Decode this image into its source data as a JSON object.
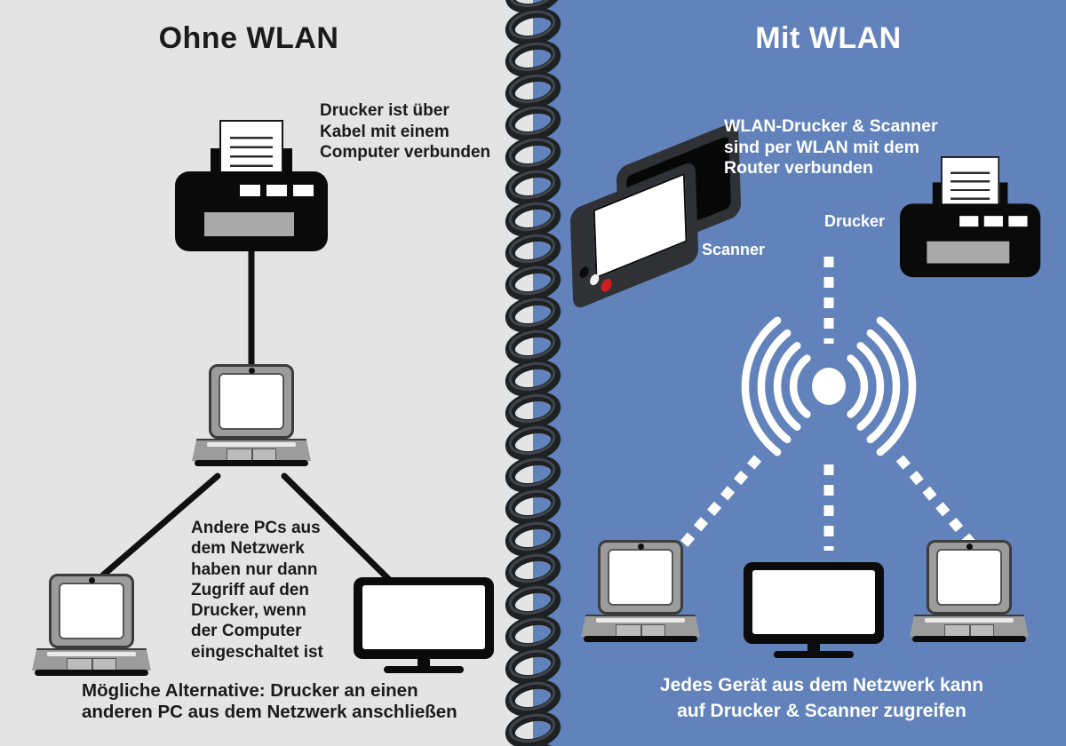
{
  "infographic": {
    "left": {
      "title": "Ohne WLAN",
      "printer_caption": "Drucker ist über\nKabel mit einem\nComputer verbunden",
      "network_note": "Andere PCs aus\ndem Netzwerk\nhaben nur dann\nZugriff auf den\nDrucker, wenn\nder Computer\neingeschaltet ist",
      "footer": "Mögliche Alternative: Drucker an einen\nanderen PC aus dem Netzwerk anschließen",
      "bg_color": "#e4e4e4",
      "text_color": "#1b1b1b",
      "cable_color": "#101010"
    },
    "right": {
      "title": "Mit WLAN",
      "caption": "WLAN-Drucker & Scanner\nsind per WLAN mit dem\nRouter verbunden",
      "scanner_label": "Scanner",
      "printer_label": "Drucker",
      "footer": "Jedes Gerät aus dem Netzwerk kann\nauf Drucker & Scanner zugreifen",
      "bg_color": "#6182ba",
      "text_color": "#ffffff",
      "wireless_color": "#ffffff"
    },
    "divider": {
      "style": "spiral-binding",
      "coil_color": "#1e2124",
      "coil_highlight": "#5c666d"
    },
    "icons": {
      "left": [
        "printer-icon",
        "laptop-icon",
        "laptop-icon",
        "monitor-icon"
      ],
      "right": [
        "scanner-icon",
        "printer-icon",
        "wifi-signal-icon",
        "laptop-icon",
        "monitor-icon",
        "laptop-icon"
      ],
      "scanner_power_dot_color": "#cf1d1d"
    }
  }
}
